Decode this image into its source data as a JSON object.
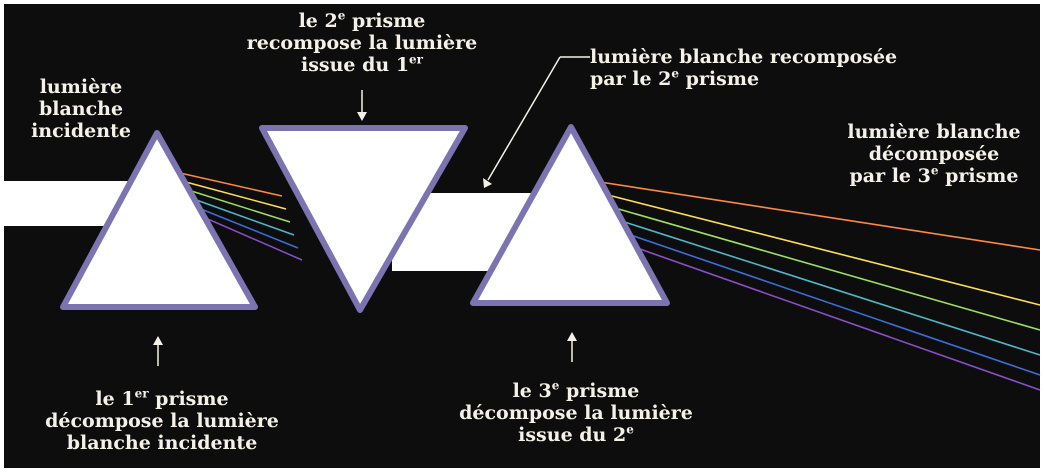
{
  "colors": {
    "background": "#0d0d0d",
    "beam": "#ffffff",
    "prism_fill": "#ffffff",
    "prism_edge": "#7b74b0",
    "spectrum": [
      "#ff8a3c",
      "#ffe14a",
      "#9ee05a",
      "#4cb8c8",
      "#3a6fd8",
      "#8a4fc8"
    ]
  },
  "labels": {
    "incident": {
      "line1": "lumière",
      "line2": "blanche",
      "line3": "incidente"
    },
    "second_top": {
      "line1_pre": "le 2",
      "line1_sup": "e",
      "line1_post": " prisme",
      "line2": "recompose la lumière",
      "line3_pre": "issue du 1",
      "line3_sup": "er"
    },
    "recomposed": {
      "line1": "lumière blanche recomposée",
      "line2_pre": "par le 2",
      "line2_sup": "e",
      "line2_post": " prisme"
    },
    "decomposed": {
      "line1": "lumière blanche",
      "line2": "décomposée",
      "line3_pre": "par le 3",
      "line3_sup": "e",
      "line3_post": " prisme"
    },
    "first_bottom": {
      "line1_pre": "le 1",
      "line1_sup": "er",
      "line1_post": " prisme",
      "line2": "décompose la lumière",
      "line3": "blanche incidente"
    },
    "third_bottom": {
      "line1_pre": "le 3",
      "line1_sup": "e",
      "line1_post": " prisme",
      "line2": "décompose la lumière",
      "line3_pre": "issue du 2",
      "line3_sup": "e"
    }
  }
}
